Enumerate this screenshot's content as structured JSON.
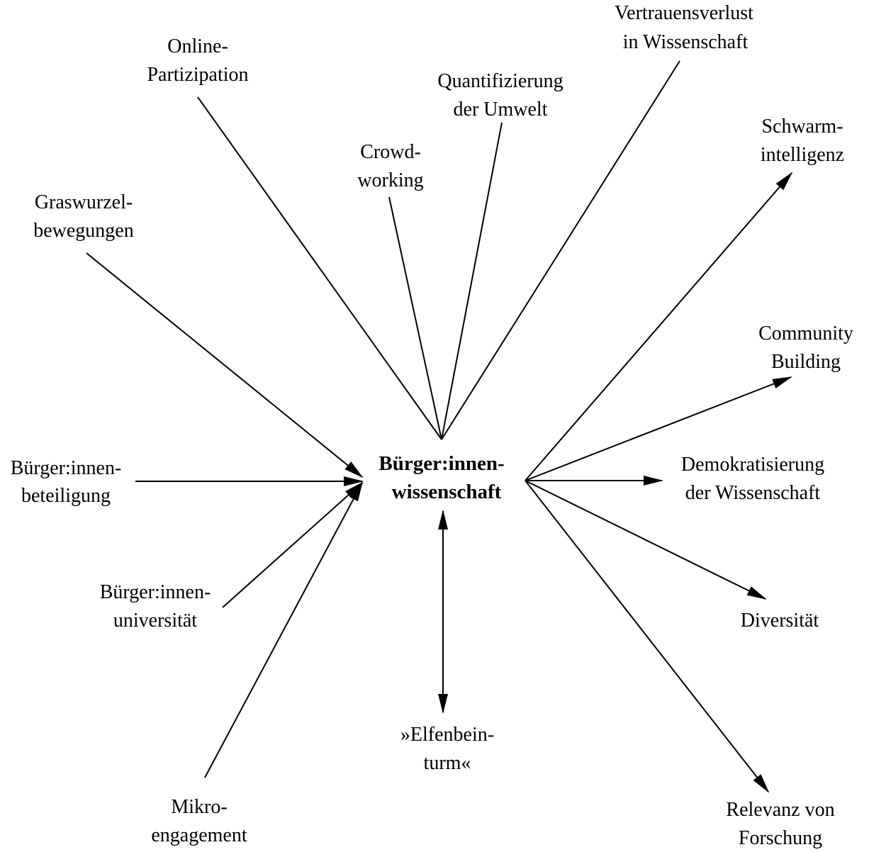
{
  "center": {
    "line1": "Bürger:innen-",
    "line2": "wissenschaft"
  },
  "nodes": {
    "online_partizipation": {
      "line1": "Online-",
      "line2": "Partizipation"
    },
    "vertrauensverlust": {
      "line1": "Vertrauensverlust",
      "line2": "in Wissenschaft"
    },
    "quantifizierung": {
      "line1": "Quantifizierung",
      "line2": "der Umwelt"
    },
    "crowdworking": {
      "line1": "Crowd-",
      "line2": "working"
    },
    "schwarmintelligenz": {
      "line1": "Schwarm-",
      "line2": "intelligenz"
    },
    "graswurzel": {
      "line1": "Graswurzel-",
      "line2": "bewegungen"
    },
    "community_building": {
      "line1": "Community",
      "line2": "Building"
    },
    "buergerbeteiligung": {
      "line1": "Bürger:innen-",
      "line2": "beteiligung"
    },
    "demokratisierung": {
      "line1": "Demokratisierung",
      "line2": "der Wissenschaft"
    },
    "buergeruniversitaet": {
      "line1": "Bürger:innen-",
      "line2": "universität"
    },
    "diversitaet": {
      "line1": "Diversität"
    },
    "elfenbeinturm": {
      "line1": "»Elfenbein-",
      "line2": "turm«"
    },
    "mikroengagement": {
      "line1": "Mikro-",
      "line2": "engagement"
    },
    "relevanz": {
      "line1": "Relevanz von",
      "line2": "Forschung"
    }
  }
}
